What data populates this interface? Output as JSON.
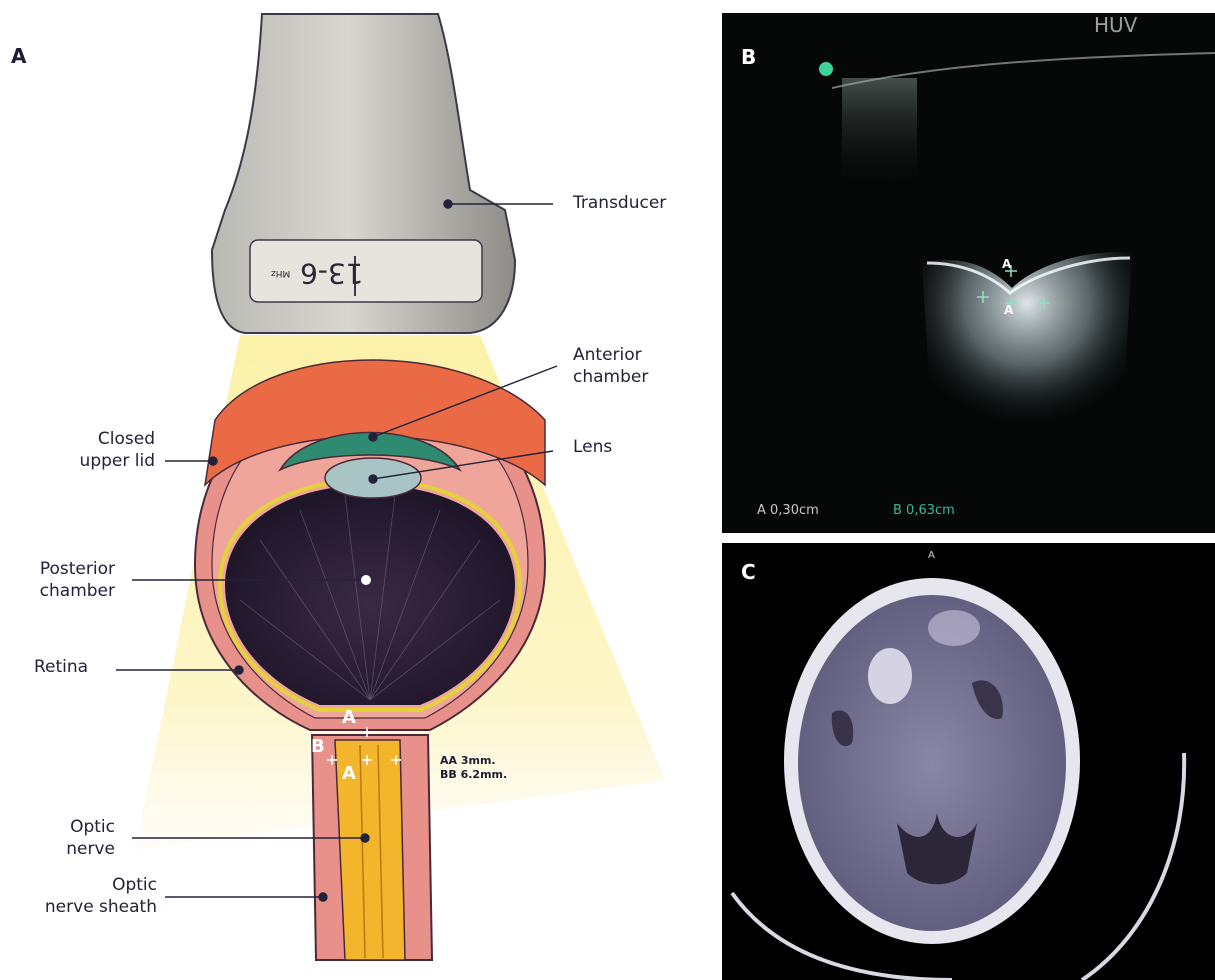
{
  "panels": {
    "a": "A",
    "b": "B",
    "c": "C"
  },
  "diagram": {
    "transducer_marking": "13-6",
    "transducer_marking_small": "MHz",
    "labels": {
      "transducer": "Transducer",
      "anterior_chamber_1": "Anterior",
      "anterior_chamber_2": "chamber",
      "lens": "Lens",
      "closed_lid_1": "Closed",
      "closed_lid_2": "upper lid",
      "posterior_chamber_1": "Posterior",
      "posterior_chamber_2": "chamber",
      "retina": "Retina",
      "optic_nerve_1": "Optic",
      "optic_nerve_2": "nerve",
      "sheath_1": "Optic",
      "sheath_2": "nerve sheath"
    },
    "markers": {
      "a_top": "A",
      "a_bottom": "A",
      "b_left": "B"
    },
    "measurements": {
      "aa": "AA 3mm.",
      "bb": "BB 6.2mm."
    }
  },
  "ultrasound": {
    "header": "HUV",
    "cursor_a": "A",
    "cursor_a2": "A",
    "measure_a": "A  0,30cm",
    "measure_b": "B  0,63cm",
    "colors": {
      "measure_a": "#c9c9c9",
      "measure_b": "#38b89a",
      "dot": "#3fd39b"
    }
  },
  "ct": {
    "marker": "A"
  }
}
